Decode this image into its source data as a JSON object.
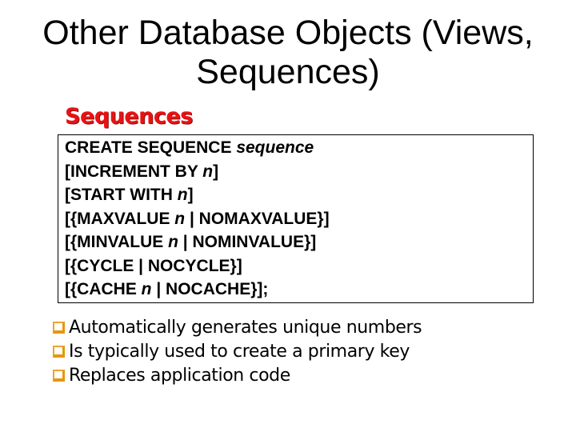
{
  "slide": {
    "title": {
      "full": "Other Database Objects (Views, Sequences)",
      "line1": "Other Database Objects (Views,",
      "line2": "Sequences)"
    },
    "heading": "Sequences",
    "code_box": {
      "lines": [
        {
          "segments": [
            {
              "text": "CREATE SEQUENCE ",
              "italic": false
            },
            {
              "text": "sequence",
              "italic": true
            }
          ]
        },
        {
          "segments": [
            {
              "text": "[INCREMENT BY ",
              "italic": false
            },
            {
              "text": "n",
              "italic": true
            },
            {
              "text": "]",
              "italic": false
            }
          ]
        },
        {
          "segments": [
            {
              "text": "[START WITH ",
              "italic": false
            },
            {
              "text": "n",
              "italic": true
            },
            {
              "text": "]",
              "italic": false
            }
          ]
        },
        {
          "segments": [
            {
              "text": "[{MAXVALUE ",
              "italic": false
            },
            {
              "text": "n",
              "italic": true
            },
            {
              "text": " | NOMAXVALUE}]",
              "italic": false
            }
          ]
        },
        {
          "segments": [
            {
              "text": "[{MINVALUE ",
              "italic": false
            },
            {
              "text": "n",
              "italic": true
            },
            {
              "text": " | NOMINVALUE}]",
              "italic": false
            }
          ]
        },
        {
          "segments": [
            {
              "text": "[{CYCLE | NOCYCLE}]",
              "italic": false
            }
          ]
        },
        {
          "segments": [
            {
              "text": "[{CACHE ",
              "italic": false
            },
            {
              "text": "n",
              "italic": true
            },
            {
              "text": " | NOCACHE}];",
              "italic": false
            }
          ]
        }
      ]
    },
    "bullets": {
      "icon": "square-bullet-icon",
      "items": [
        "Automatically generates unique numbers",
        "Is typically used to create a primary key",
        "Replaces application code"
      ]
    },
    "colors": {
      "title_black": "#000000",
      "heading_red": "#e81212",
      "heading_shadow": "#8f0d0d",
      "bullet_orange": "#f0a330",
      "bullet_orange_dark": "#e8960c",
      "box_border": "#000000",
      "background": "#ffffff"
    }
  }
}
